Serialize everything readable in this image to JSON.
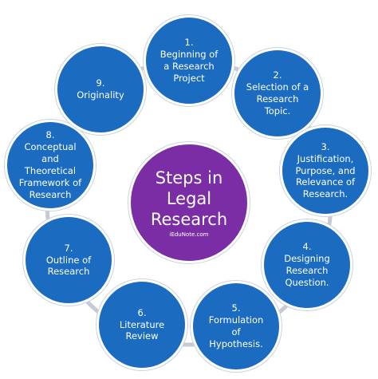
{
  "center": {
    "title": "Steps in\nLegal\nResearch",
    "source": "iEduNote.com"
  },
  "steps": [
    {
      "label": "1.\nBeginning of\na Research\nProject"
    },
    {
      "label": "2.\nSelection of a\nResearch\nTopic."
    },
    {
      "label": "3.\nJustification,\nPurpose, and\nRelevance of\nResearch."
    },
    {
      "label": "4.\nDesigning\nResearch\nQuestion."
    },
    {
      "label": "5.\nFormulation\nof\nHypothesis."
    },
    {
      "label": "6.\nLiterature\nReview"
    },
    {
      "label": "7.\nOutline of\nResearch"
    },
    {
      "label": "8.\nConceptual\nand\nTheoretical\nFramework of\nResearch"
    },
    {
      "label": "9.\nOriginality"
    }
  ],
  "colors": {
    "step_fill": "#1b6cc0",
    "center_fill": "#7b2da6",
    "connector": "#c5cad3"
  }
}
